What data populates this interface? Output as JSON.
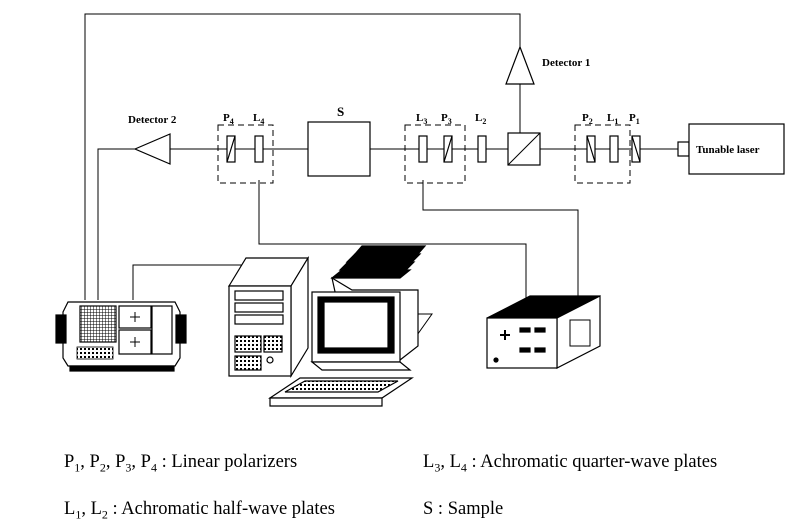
{
  "components": {
    "laser": "Tunable laser",
    "detector_1": "Detector 1",
    "detector_2": "Detector 2",
    "sample": "S",
    "optics": {
      "p1": {
        "base": "P",
        "sub": "1"
      },
      "p2": {
        "base": "P",
        "sub": "2"
      },
      "p3": {
        "base": "P",
        "sub": "3"
      },
      "p4": {
        "base": "P",
        "sub": "4"
      },
      "l1": {
        "base": "L",
        "sub": "1"
      },
      "l2": {
        "base": "L",
        "sub": "2"
      },
      "l3": {
        "base": "L",
        "sub": "3"
      },
      "l4": {
        "base": "L",
        "sub": "4"
      }
    }
  },
  "legend": {
    "polarizers": {
      "symbols": [
        {
          "base": "P",
          "sub": "1"
        },
        {
          "base": "P",
          "sub": "2"
        },
        {
          "base": "P",
          "sub": "3"
        },
        {
          "base": "P",
          "sub": "4"
        }
      ],
      "description": "Linear polarizers"
    },
    "half_wave": {
      "symbols": [
        {
          "base": "L",
          "sub": "1"
        },
        {
          "base": "L",
          "sub": "2"
        }
      ],
      "description": "Achromatic half-wave plates"
    },
    "quarter_wave": {
      "symbols": [
        {
          "base": "L",
          "sub": "3"
        },
        {
          "base": "L",
          "sub": "4"
        }
      ],
      "description": "Achromatic quarter-wave plates"
    },
    "sample": {
      "symbols": [
        {
          "base": "S",
          "sub": ""
        }
      ],
      "description": "Sample"
    },
    "separator": ", ",
    "colon": " : "
  }
}
